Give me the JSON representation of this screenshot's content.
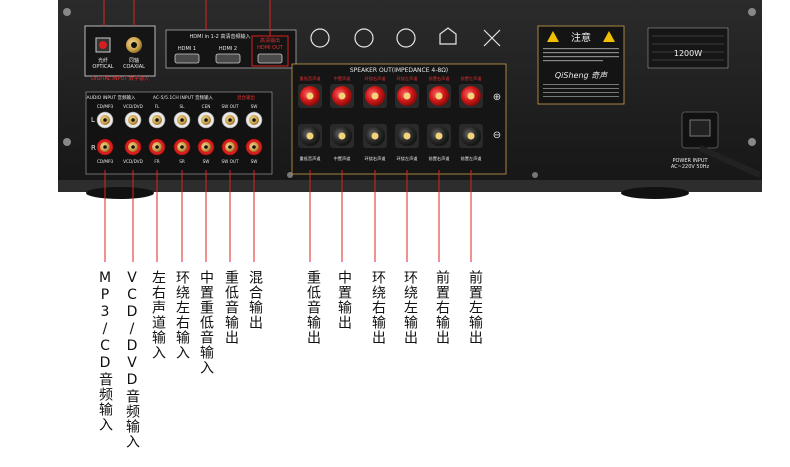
{
  "panel": {
    "hdmi_header": "HDMI in 1-2 高清音频输入",
    "hdmi1": "HDMI 1",
    "hdmi2": "HDMI 2",
    "hdmi_out_cn": "高清输出",
    "hdmi_out": "HDMI OUT",
    "optical_cn": "光纤",
    "optical": "OPTICAL",
    "coaxial_cn": "同轴",
    "coaxial": "COAXIAL",
    "digital_input": "DIGITAL INPUT 数字输入",
    "audio_input": "AUDIO INPUT 音频输入",
    "ac_input": "AC-5/5.1CH INPUT 音频输入",
    "output_header": "混合输出",
    "speaker_out": "SPEAKER OUT(IMPEDANCE 4-8Ω)",
    "plus": "⊕",
    "minus": "⊖",
    "warning_title": "注意",
    "brand": "QiSheng 奇声",
    "power_value": "1200W",
    "power_input": "POWER INPUT",
    "power_spec": "AC~220V 50Hz",
    "rca_top_labels": [
      "CD/MP3",
      "VCD/DVD",
      "FL",
      "SL",
      "CEN",
      "SW OUT",
      "SW"
    ],
    "rca_bottom_labels": [
      "CD/MP3",
      "VCD/DVD",
      "FR",
      "SR",
      "SW",
      "SW OUT",
      "SW"
    ],
    "speaker_labels": [
      "重低音声道",
      "中置声道",
      "环绕右声道",
      "环绕左声道",
      "前置右声道",
      "前置左声道"
    ]
  },
  "labels": [
    "MP3/CD音频输入",
    "VCD/DVD音频输入",
    "左右声道输入",
    "环绕左右输入",
    "中置重低音输入",
    "重低音输出",
    "混合输出",
    "重低音输出",
    "中置输出",
    "环绕右输出",
    "环绕左输出",
    "前置右输出",
    "前置左输出"
  ],
  "colors": {
    "panel": "#1f1f20",
    "accent_red": "#d81e1e",
    "gold": "#c9a04a",
    "callout_line": "#e02020"
  }
}
